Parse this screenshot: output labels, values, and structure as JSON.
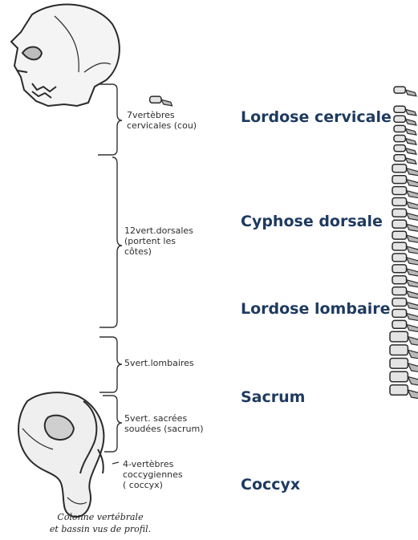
{
  "regions": [
    {
      "label": "Lordose cervicale"
    },
    {
      "label": "Cyphose dorsale"
    },
    {
      "label": "Lordose lombaire"
    },
    {
      "label": "Sacrum"
    },
    {
      "label": "Coccyx"
    }
  ],
  "annotations": [
    {
      "text": "7vertèbres\ncervicales (cou)"
    },
    {
      "text": "12vert.dorsales\n(portent les\ncôtes)"
    },
    {
      "text": "5vert.lombaires"
    },
    {
      "text": "5vert. sacrées\nsoudées (sacrum)"
    },
    {
      "text": "4-vertèbres\ncoccygiennes\n( coccyx)"
    }
  ],
  "caption": "Colonne vertébrale\net bassin vus de profil.",
  "colors": {
    "label": "#1e3a5f",
    "ink": "#2c2c2c"
  }
}
